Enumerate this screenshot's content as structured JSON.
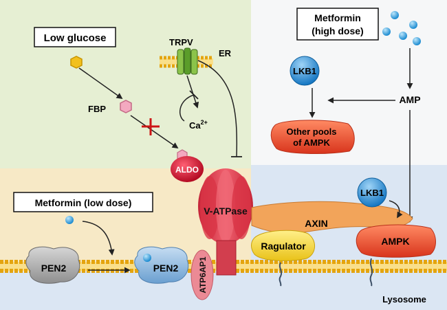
{
  "labels": {
    "low_glucose": "Low glucose",
    "metformin_high": [
      "Metformin",
      "(high dose)"
    ],
    "metformin_low": "Metformin (low dose)",
    "trpv": "TRPV",
    "er": "ER",
    "fbp": "FBP",
    "ca": "Ca",
    "ca_sup": "2+",
    "aldo": "ALDO",
    "v_atpase": "V-ATPase",
    "atp6ap1": "ATP6AP1",
    "lkb1_top": "LKB1",
    "lkb1_mid": "LKB1",
    "amp": "AMP",
    "other_ampk": [
      "Other pools",
      "of AMPK"
    ],
    "axin": "AXIN",
    "ragulator": "Ragulator",
    "ampk": "AMPK",
    "pen2_left": "PEN2",
    "pen2_right": "PEN2",
    "lysosome": "Lysosome"
  },
  "colors": {
    "bg_green": "#e6efd3",
    "bg_yellow": "#f7e9c6",
    "bg_blue": "#dbe6f3",
    "membrane_head": "#f2c232",
    "v_atpase": "#e84856",
    "aldo": "#d8102b",
    "lkb1": "#1e8dd4",
    "ampk": "#e8472c",
    "ragulator": "#f6d93a",
    "axin": "#f2a45a",
    "pen2": "#a6a6a6",
    "pen2_blue": "#86b4de",
    "inhibit_cross": "#cc1616"
  }
}
